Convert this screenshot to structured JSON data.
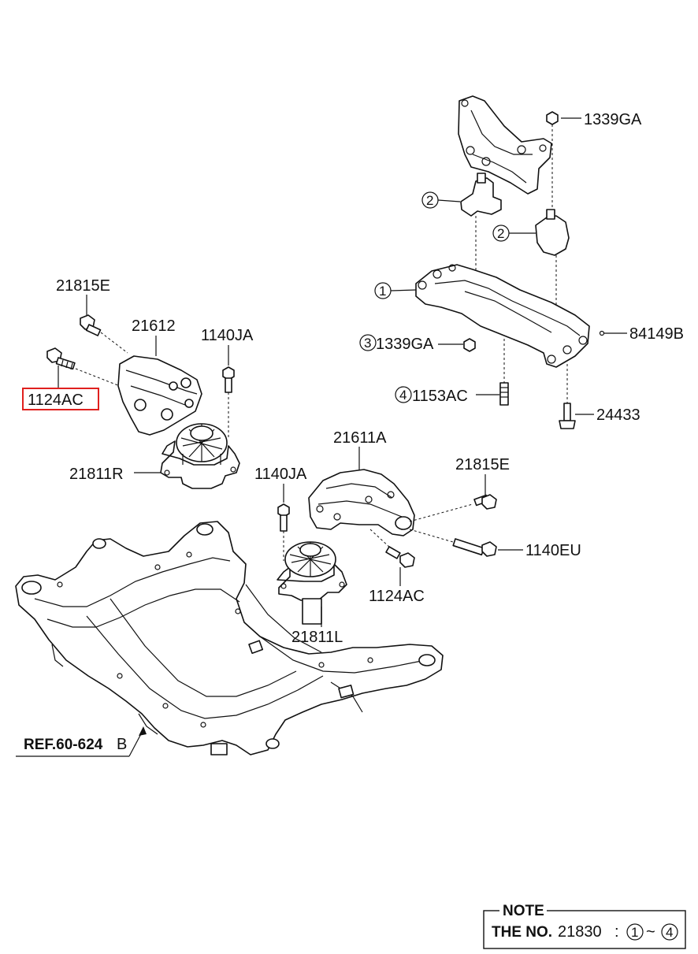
{
  "labels": {
    "top_nut": "1339GA",
    "transmission_bracket_num": "1",
    "insulator_upper_left_num": "2",
    "insulator_upper_right_num": "2",
    "nut_3_num": "3",
    "nut_3": "1339GA",
    "stud_4_num": "4",
    "stud_4": "1153AC",
    "pin_right": "84149B",
    "bolt_right": "24433",
    "bolt_upper_left": "21815E",
    "bracket_right": "21612",
    "bolt_1140ja_right": "1140JA",
    "bolt_1124ac_highlight": "1124AC",
    "mount_right": "21811R",
    "bracket_left": "21611A",
    "bolt_1140ja_left": "1140JA",
    "bolt_21815e_left": "21815E",
    "bolt_1140eu": "1140EU",
    "bolt_1124ac_left": "1124AC",
    "mount_left": "21811L",
    "ref": "REF.60-624",
    "ref_suffix": "B"
  },
  "note": {
    "title": "NOTE",
    "prefix": "THE NO.",
    "number": "21830",
    "colon": ":",
    "range_start": "1",
    "tilde": "~",
    "range_end": "4"
  },
  "colors": {
    "highlight": "#e0201e",
    "ink": "#111111"
  }
}
